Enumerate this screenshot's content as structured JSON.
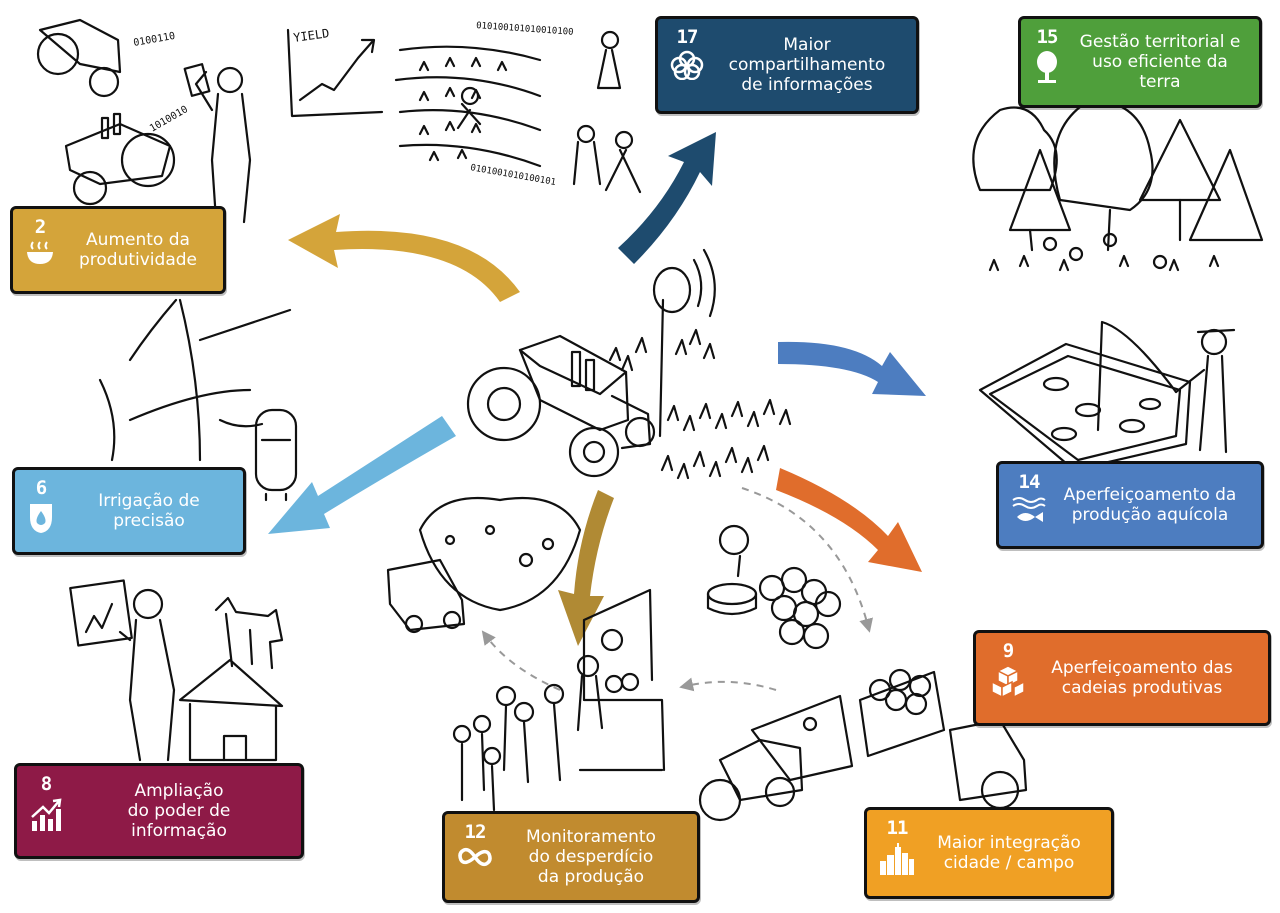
{
  "goals": [
    {
      "id": "b2",
      "number": "2",
      "label": "Aumento da\nprodutividade",
      "color": "#d4a43a",
      "icon": "soup-bowl-icon"
    },
    {
      "id": "b17",
      "number": "17",
      "label": "Maior\ncompartilhamento\nde informações",
      "color": "#1e4b6e",
      "icon": "partnership-rings-icon"
    },
    {
      "id": "b15",
      "number": "15",
      "label": "Gestão territorial e\nuso eficiente da terra",
      "color": "#4f9f3b",
      "icon": "tree-icon"
    },
    {
      "id": "b6",
      "number": "6",
      "label": "Irrigação de\nprecisão",
      "color": "#6cb5dd",
      "icon": "water-drop-icon"
    },
    {
      "id": "b14",
      "number": "14",
      "label": "Aperfeiçoamento da\nprodução aquícola",
      "color": "#4d7dc0",
      "icon": "fish-icon"
    },
    {
      "id": "b9",
      "number": "9",
      "label": "Aperfeiçoamento das\ncadeias produtivas",
      "color": "#e06d2c",
      "icon": "cubes-icon"
    },
    {
      "id": "b8",
      "number": "8",
      "label": "Ampliação\ndo poder de\ninformação",
      "color": "#8e1a47",
      "icon": "growth-chart-icon"
    },
    {
      "id": "b12",
      "number": "12",
      "label": "Monitoramento\ndo desperdício\nda produção",
      "color": "#c18b2f",
      "icon": "infinity-loop-icon"
    },
    {
      "id": "b11",
      "number": "11",
      "label": "Maior integração\ncidade / campo",
      "color": "#f0a024",
      "icon": "city-buildings-icon"
    }
  ],
  "sketch": {
    "chart_label": "YIELD",
    "binary_1": "0100110",
    "binary_2": "1010010",
    "binary_3": "010100101010010100",
    "binary_4": "0101001010100101"
  }
}
